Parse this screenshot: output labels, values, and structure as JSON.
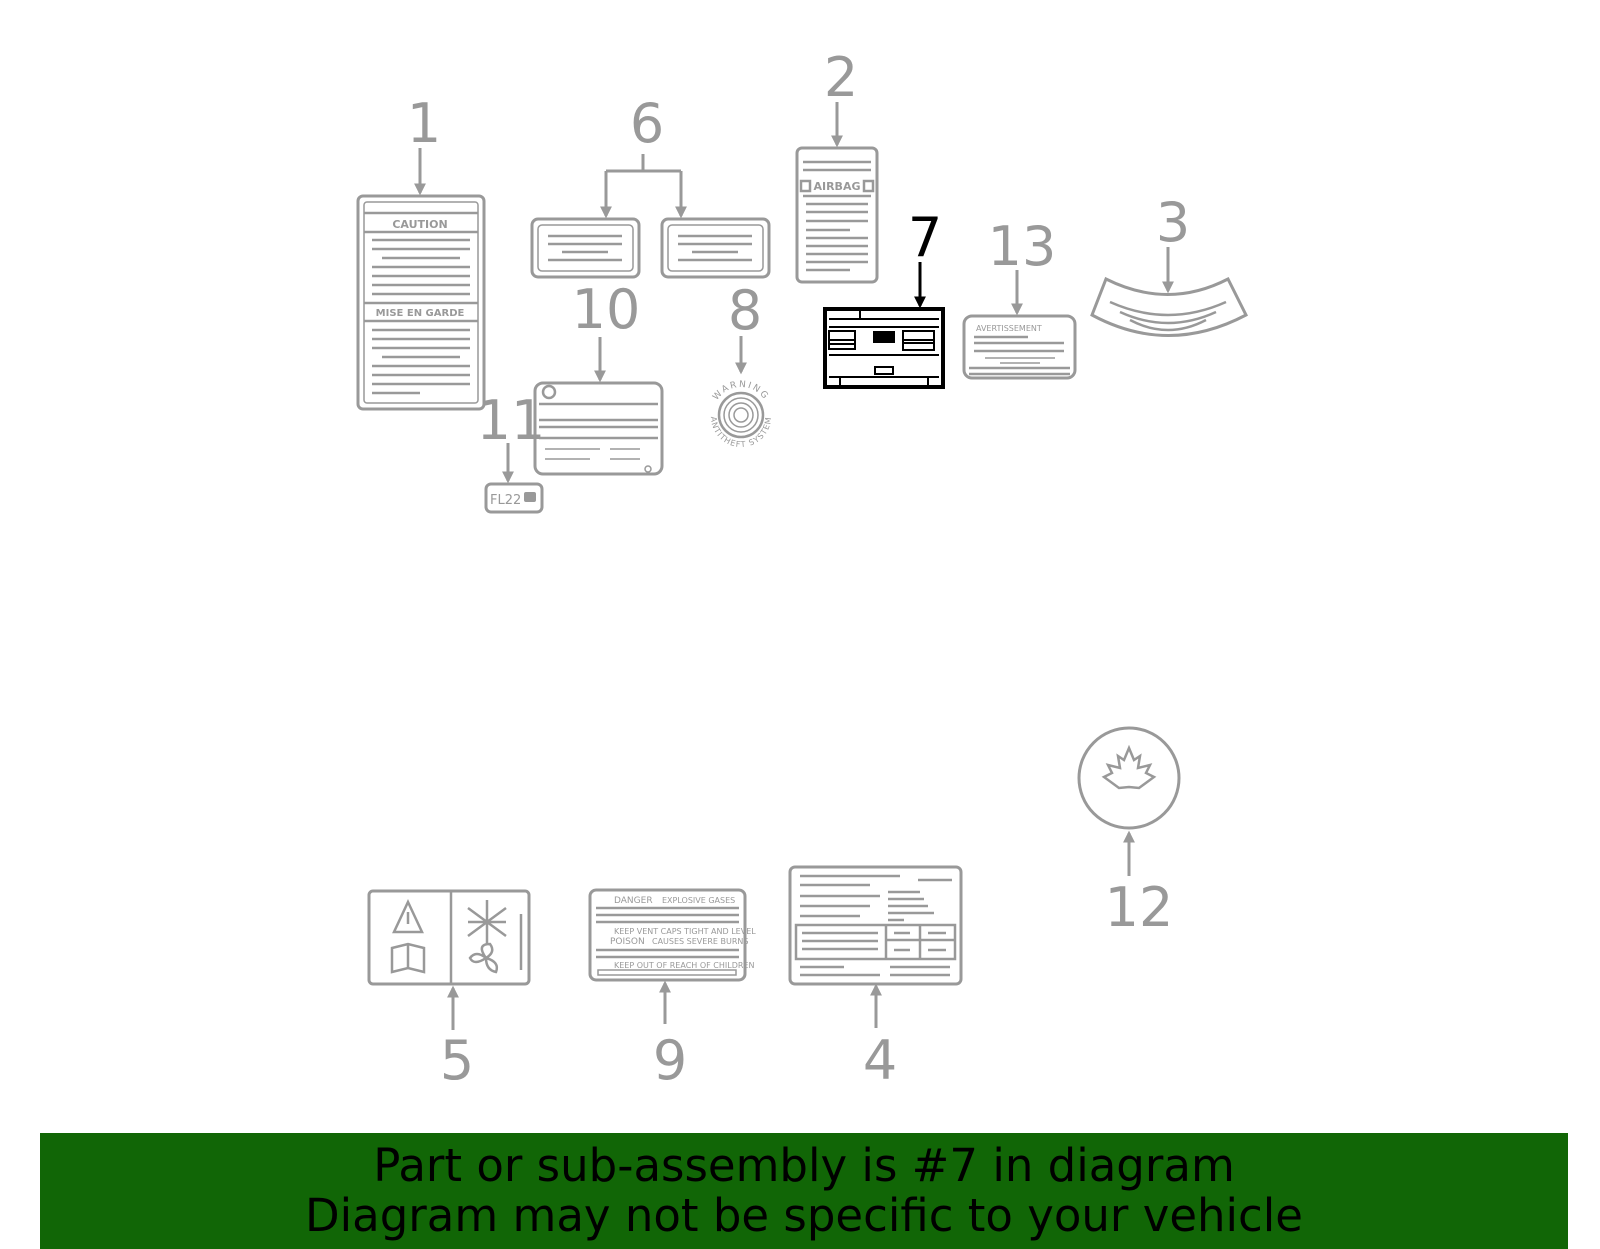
{
  "callouts": {
    "c1": "1",
    "c2": "2",
    "c3": "3",
    "c4": "4",
    "c5": "5",
    "c6": "6",
    "c7": "7",
    "c8": "8",
    "c9": "9",
    "c10": "10",
    "c11": "11",
    "c12": "12",
    "c13": "13"
  },
  "highlighted_part": "7",
  "label_texts": {
    "caution": "CAUTION",
    "mise_en_garde": "MISE EN GARDE",
    "airbag": "AIRBAG",
    "avertissement": "AVERTISSEMENT",
    "fl22": "FL22",
    "warning_arc": "WARNING",
    "antitheft_arc": "ANTITHEFT SYSTEM",
    "danger": "DANGER",
    "explosive_gases": "EXPLOSIVE GASES",
    "keep_vent_caps": "KEEP VENT CAPS TIGHT AND LEVEL",
    "poison": "POISON",
    "causes_severe_burns": "CAUSES SEVERE BURNS",
    "keep_out_of_reach": "KEEP OUT OF REACH OF CHILDREN"
  },
  "banner": {
    "line1": "Part or sub-assembly is #7 in diagram",
    "line2": "Diagram may not be specific to your vehicle"
  },
  "colors": {
    "part_gray": "#999999",
    "highlight": "#000000",
    "banner_bg": "#116606",
    "banner_text": "#000000"
  }
}
